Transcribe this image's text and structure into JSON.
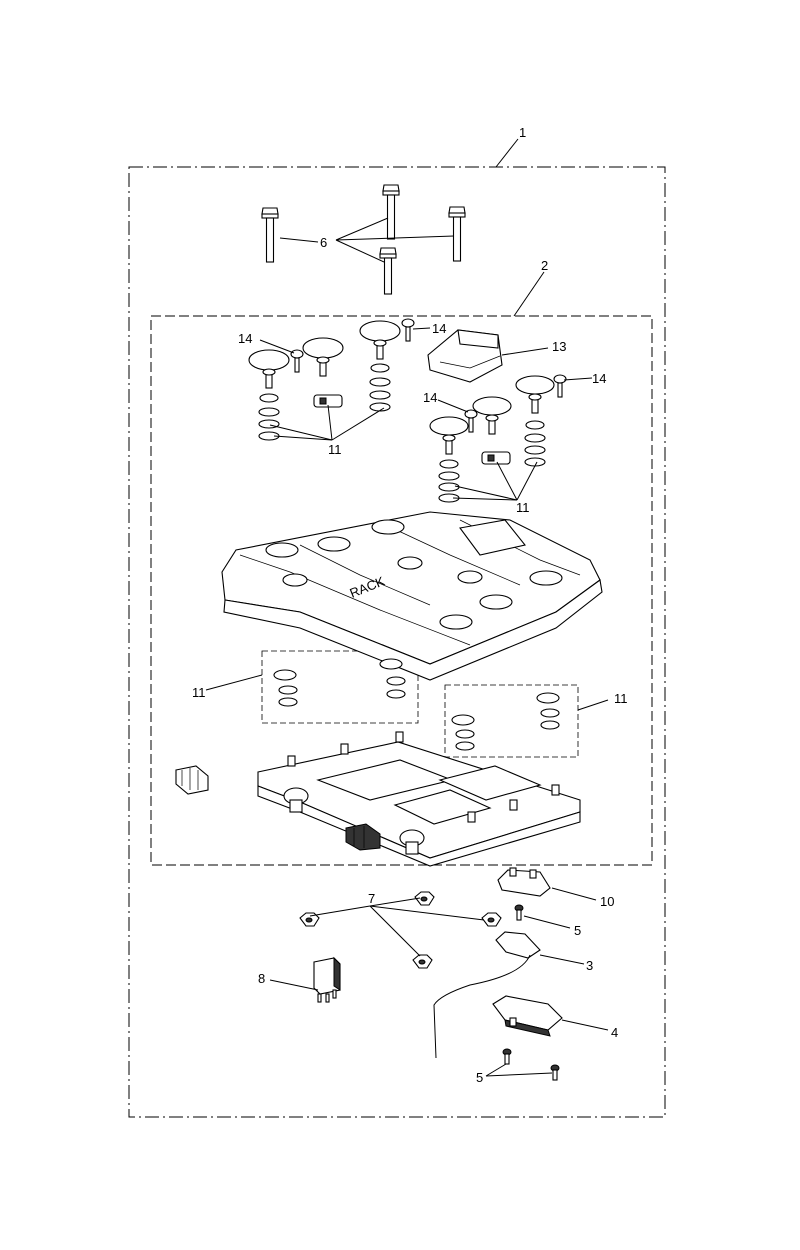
{
  "callouts": {
    "c1": "1",
    "c2": "2",
    "c3": "3",
    "c4": "4",
    "c5a": "5",
    "c5b": "5",
    "c6": "6",
    "c7": "7",
    "c8": "8",
    "c10": "10",
    "c11a": "11",
    "c11b": "11",
    "c11c": "11",
    "c11d": "11",
    "c13": "13",
    "c14a": "14",
    "c14b": "14",
    "c14c": "14",
    "c14d": "14"
  }
}
